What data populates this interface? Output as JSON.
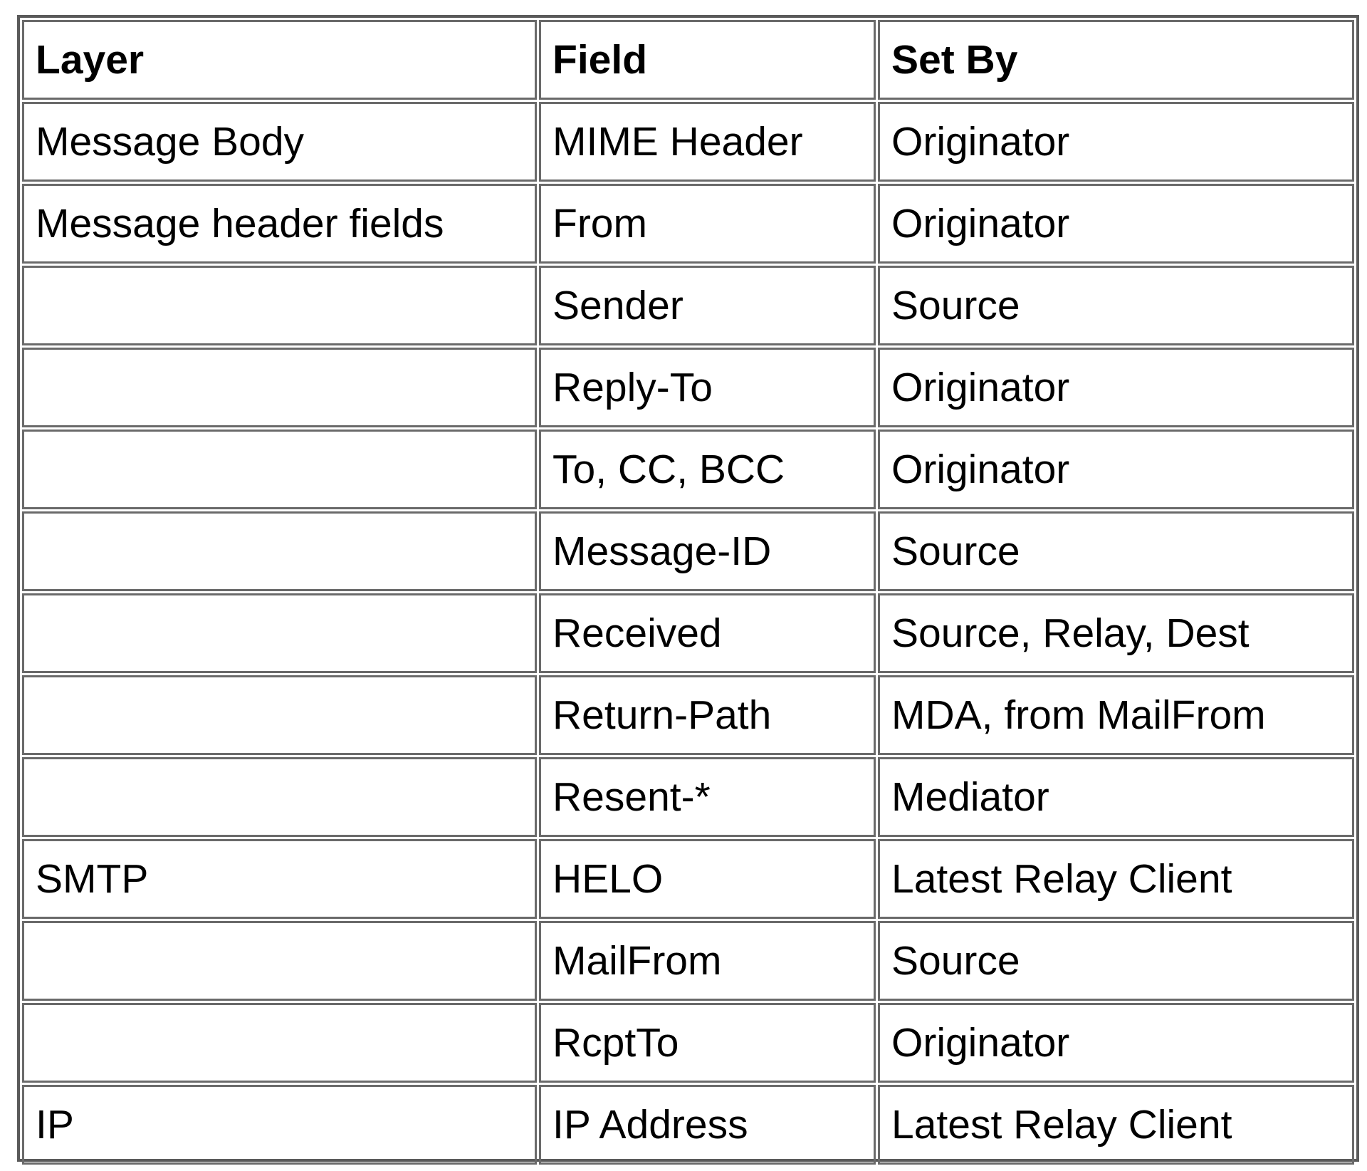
{
  "table": {
    "headers": [
      "Layer",
      "Field",
      "Set By"
    ],
    "rows": [
      [
        "Message Body",
        "MIME Header",
        "Originator"
      ],
      [
        "Message header fields",
        "From",
        "Originator"
      ],
      [
        "",
        "Sender",
        "Source"
      ],
      [
        "",
        "Reply-To",
        "Originator"
      ],
      [
        "",
        "To, CC, BCC",
        "Originator"
      ],
      [
        "",
        "Message-ID",
        "Source"
      ],
      [
        "",
        "Received",
        "Source, Relay, Dest"
      ],
      [
        "",
        "Return-Path",
        "MDA, from MailFrom"
      ],
      [
        "",
        "Resent-*",
        "Mediator"
      ],
      [
        "SMTP",
        "HELO",
        "Latest Relay Client"
      ],
      [
        "",
        "MailFrom",
        "Source"
      ],
      [
        "",
        "RcptTo",
        "Originator"
      ],
      [
        "IP",
        "IP Address",
        "Latest Relay Client"
      ]
    ]
  }
}
